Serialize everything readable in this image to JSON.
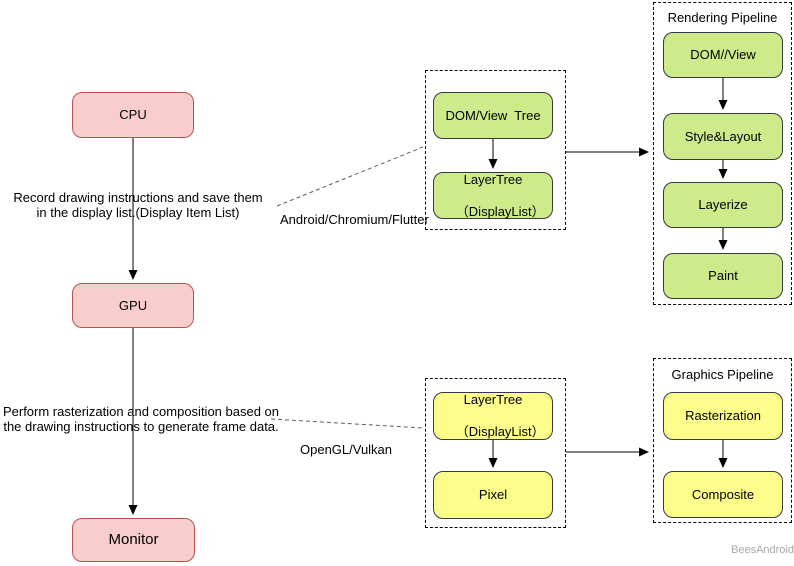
{
  "colors": {
    "pink_fill": "#f8cecc",
    "pink_border": "#b85450",
    "green_fill": "#cdeb8b",
    "yellow_fill": "#fdfd8b",
    "dark_border": "#36393d"
  },
  "cpu_flow": {
    "cpu_label": "CPU",
    "gpu_label": "GPU",
    "monitor_label": "Monitor",
    "record_annotation_line1": "Record drawing instructions and save them",
    "record_annotation_line2": "in the display list.(Display Item List)",
    "raster_annotation_line1": "Perform rasterization and composition based on",
    "raster_annotation_line2": "the drawing instructions to generate frame data."
  },
  "render_tree_group": {
    "caption": "Android/Chromium/Flutter",
    "node1_label": "DOM/View  Tree",
    "node2_line1": "LayerTree",
    "node2_line2": "（DisplayList）"
  },
  "raster_group": {
    "caption": "OpenGL/Vulkan",
    "node1_line1": "LayerTree",
    "node1_line2": "（DisplayList）",
    "node2_label": "Pixel"
  },
  "rendering_pipeline": {
    "title": "Rendering Pipeline",
    "steps": [
      "DOM//View",
      "Style&Layout",
      "Layerize",
      "Paint"
    ]
  },
  "graphics_pipeline": {
    "title": "Graphics Pipeline",
    "steps": [
      "Rasterization",
      "Composite"
    ]
  },
  "watermark": "BeesAndroid"
}
